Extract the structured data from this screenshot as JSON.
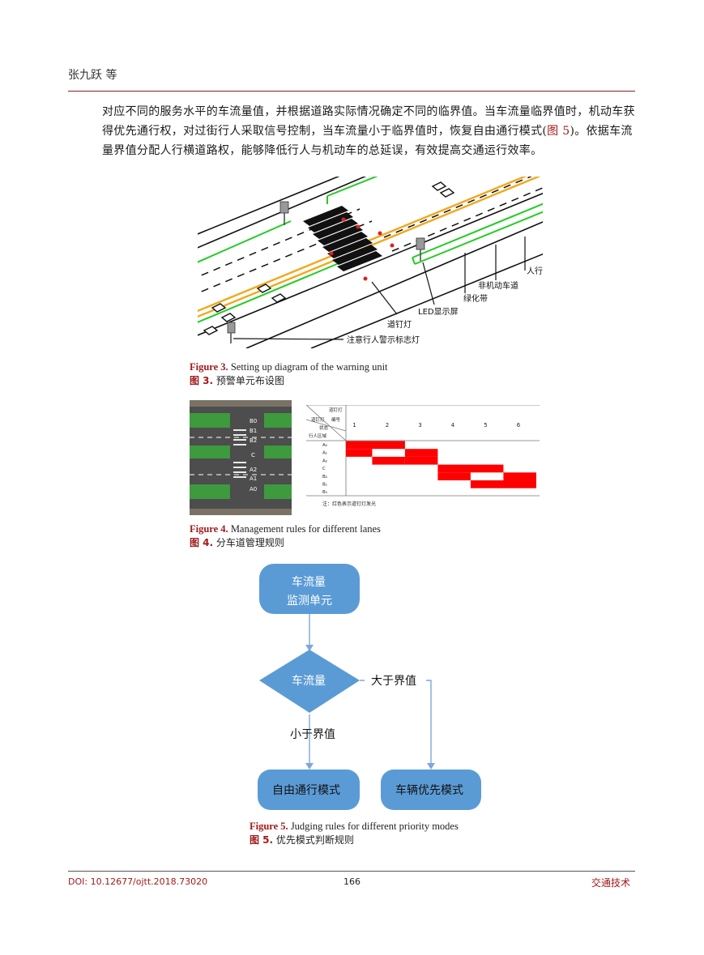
{
  "header": {
    "author": "张九跃 等"
  },
  "body": {
    "paragraph_pre": "对应不同的服务水平的车流量值，并根据道路实际情况确定不同的临界值。当车流量临界值时，机动车获得优先通行权，对过街行人采取信号控制，当车流量小于临界值时，恢复自由通行模式(",
    "paragraph_ref": "图 5",
    "paragraph_post": ")。依据车流量界值分配人行横道路权，能够降低行人与机动车的总延误，有效提高交通运行效率。"
  },
  "figure3": {
    "labels": {
      "sidewalk": "人行道",
      "non_motor_lane": "非机动车道",
      "green_belt": "绿化带",
      "led_screen": "LED显示屏",
      "road_stud": "道钉灯",
      "warning_lamp": "注意行人警示标志灯"
    },
    "caption_en_label": "Figure 3.",
    "caption_en_text": " Setting up diagram of the warning unit",
    "caption_zh_label": "图 3.",
    "caption_zh_text": " 预警单元布设图"
  },
  "figure4": {
    "photo_labels": [
      "B0",
      "B1",
      "B2",
      "C",
      "A2",
      "A1",
      "A0"
    ],
    "table": {
      "corner_top": "道钉灯",
      "corner_mid1": "道钉灯",
      "corner_mid2": "编号",
      "corner_mid3": "状态",
      "corner_bottom": "行人区域",
      "columns": [
        "1",
        "2",
        "3",
        "4",
        "5",
        "6"
      ],
      "rows": [
        "A₀",
        "A₁",
        "A₂",
        "C",
        "B₂",
        "B₁",
        "B₀"
      ],
      "note": "注：红色表示道钉灯发光",
      "lit_color": "#ff0000"
    },
    "caption_en_label": "Figure 4.",
    "caption_en_text": " Management rules for different lanes",
    "caption_zh_label": "图 4.",
    "caption_zh_text": " 分车道管理规则"
  },
  "figure5": {
    "monitor_line1": "车流量",
    "monitor_line2": "监测单元",
    "decision": "车流量",
    "greater": "大于界值",
    "less": "小于界值",
    "free_mode": "自由通行模式",
    "priority_mode": "车辆优先模式",
    "box_color": "#5b9bd5",
    "caption_en_label": "Figure 5.",
    "caption_en_text": " Judging rules for different priority modes",
    "caption_zh_label": "图 5.",
    "caption_zh_text": " 优先模式判断规则"
  },
  "footer": {
    "doi": "DOI: 10.12677/ojtt.2018.73020",
    "page": "166",
    "journal": "交通技术"
  }
}
